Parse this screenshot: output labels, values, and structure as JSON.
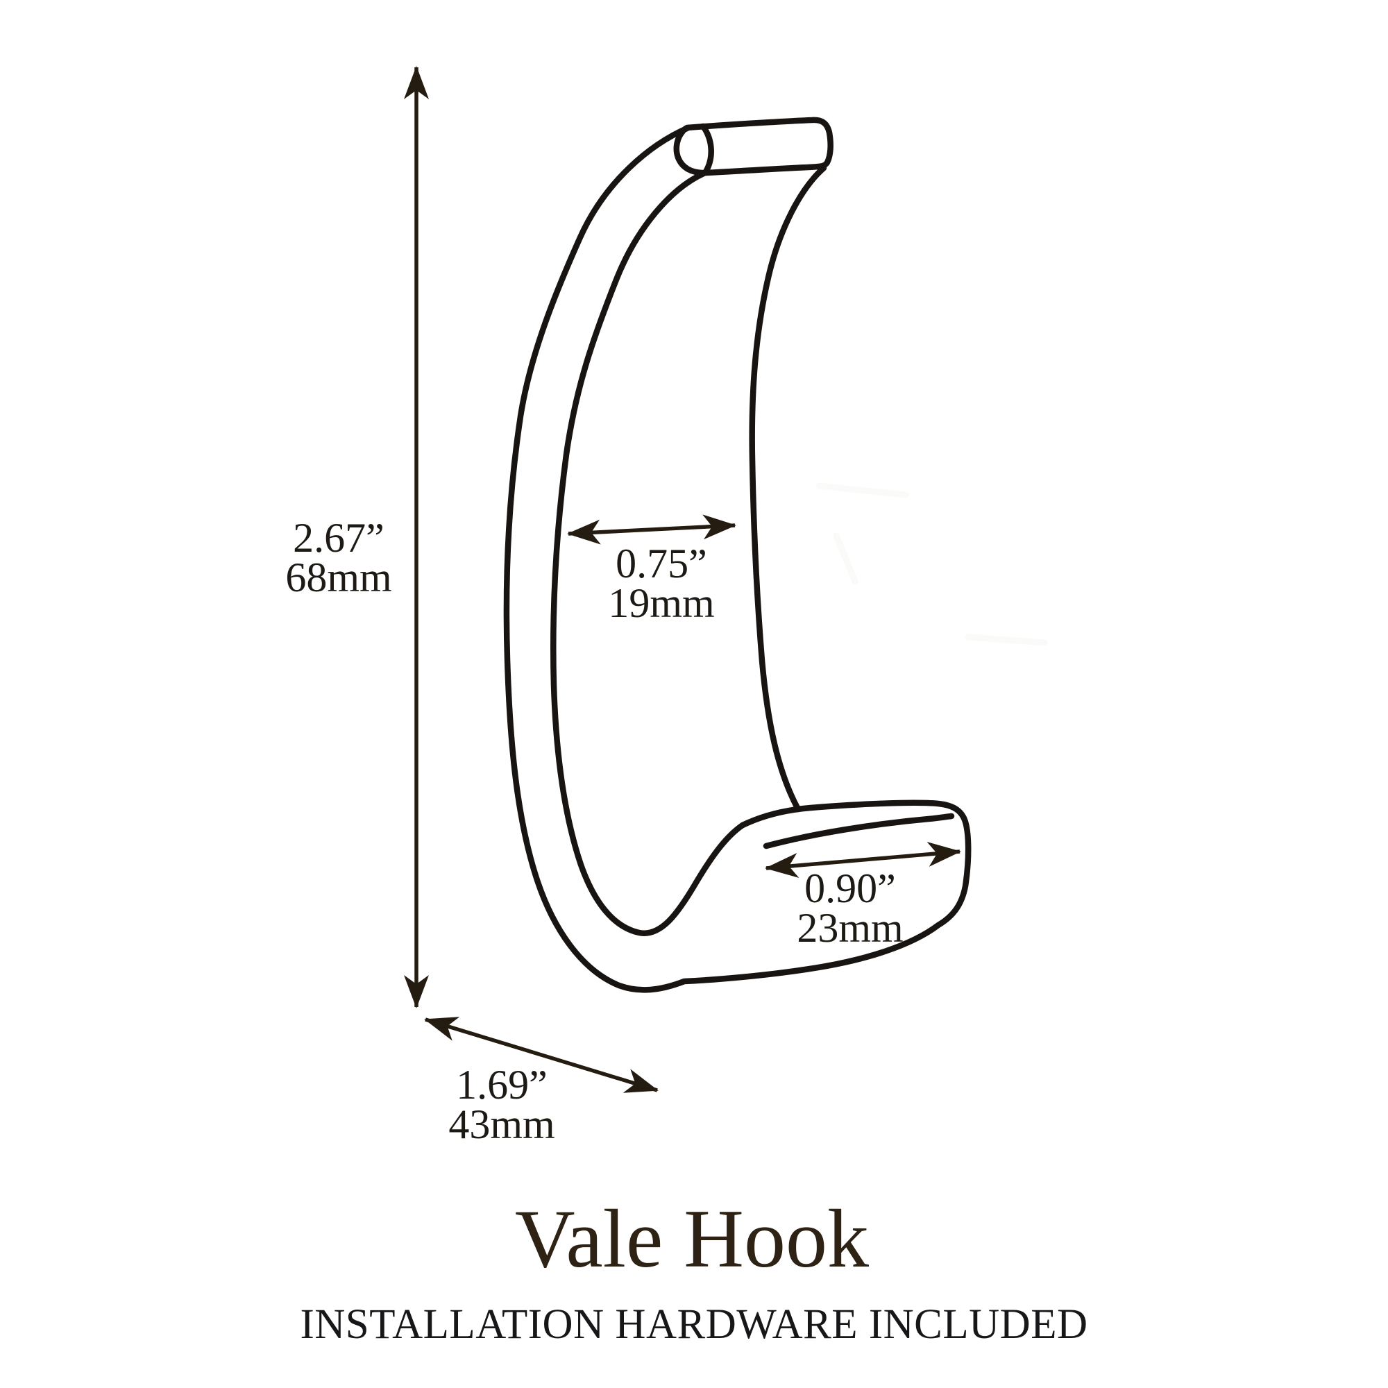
{
  "product": {
    "title": "Vale Hook",
    "subtitle": "INSTALLATION HARDWARE INCLUDED"
  },
  "dimensions": {
    "height": {
      "inches": "2.67”",
      "metric": "68mm"
    },
    "opening": {
      "inches": "0.75”",
      "metric": "19mm"
    },
    "seat": {
      "inches": "0.90”",
      "metric": "23mm"
    },
    "depth": {
      "inches": "1.69”",
      "metric": "43mm"
    }
  },
  "colors": {
    "background": "#ffffff",
    "line_art": "#171412",
    "dimension_lines": "#251c11",
    "label_text": "#1d1a16",
    "title_text": "#2e2215",
    "subtitle_text": "#17171a"
  }
}
